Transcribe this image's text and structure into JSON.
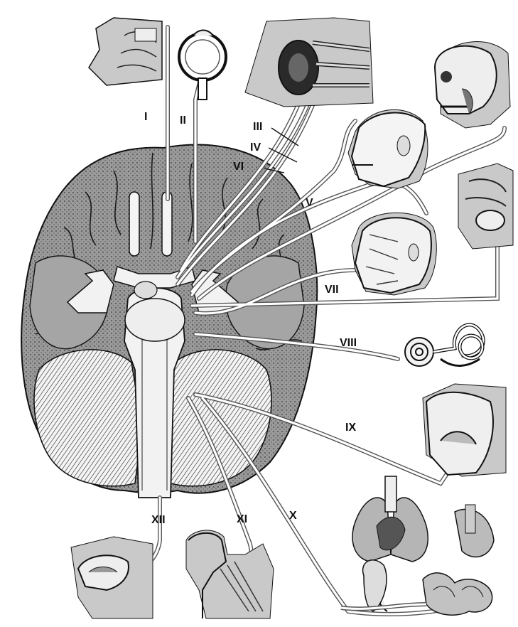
{
  "labels": {
    "I": "I",
    "II": "II",
    "III": "III",
    "IV": "IV",
    "V": "V",
    "VI": "VI",
    "VII": "VII",
    "VIII": "VIII",
    "IX": "IX",
    "X": "X",
    "XI": "XI",
    "XII": "XII"
  },
  "colors": {
    "ink": "#111111",
    "panel_gray": "#c9c9c9",
    "brain_fill": "#8a8a8a",
    "nerve_stroke": "#555555",
    "nerve_fill": "#ffffff"
  },
  "icons": [
    "nasal-cavity-icon",
    "eyeball-icon",
    "orbit-muscles-icon",
    "skull-jaw-icon",
    "face-profile-icon",
    "nasopharynx-icon",
    "facial-muscles-icon",
    "inner-ear-icon",
    "mouth-throat-icon",
    "thoracic-organs-icon",
    "neck-muscle-icon",
    "tongue-icon",
    "brain-base-icon"
  ]
}
